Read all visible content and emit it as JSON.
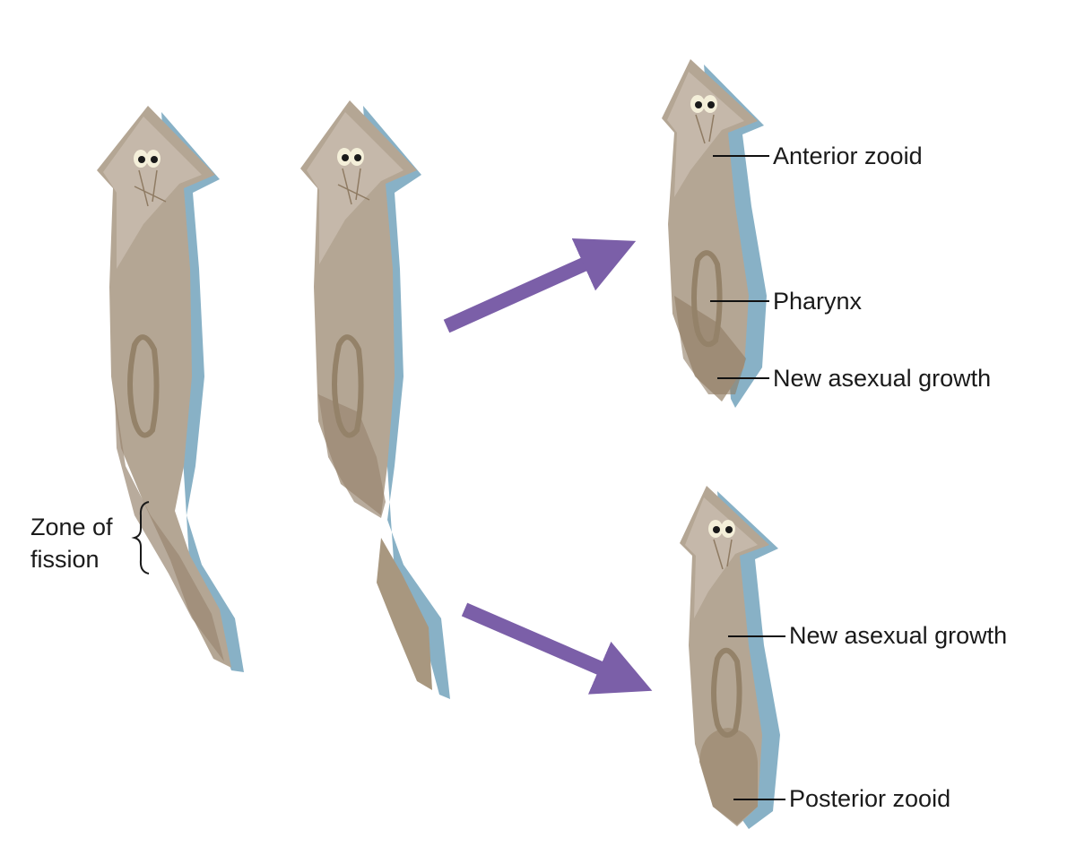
{
  "labels": {
    "anterior_zooid": "Anterior zooid",
    "pharynx": "Pharynx",
    "new_growth_top": "New asexual growth",
    "new_growth_bottom": "New asexual growth",
    "posterior_zooid": "Posterior zooid",
    "zone_of_fission_line1": "Zone of",
    "zone_of_fission_line2": "fission"
  },
  "colors": {
    "body": "#b4a694",
    "body_light": "#c9bdaf",
    "body_dark": "#8f7b63",
    "shadow": "#88b1c6",
    "arrow": "#7b5fa8",
    "leader": "#111111"
  }
}
